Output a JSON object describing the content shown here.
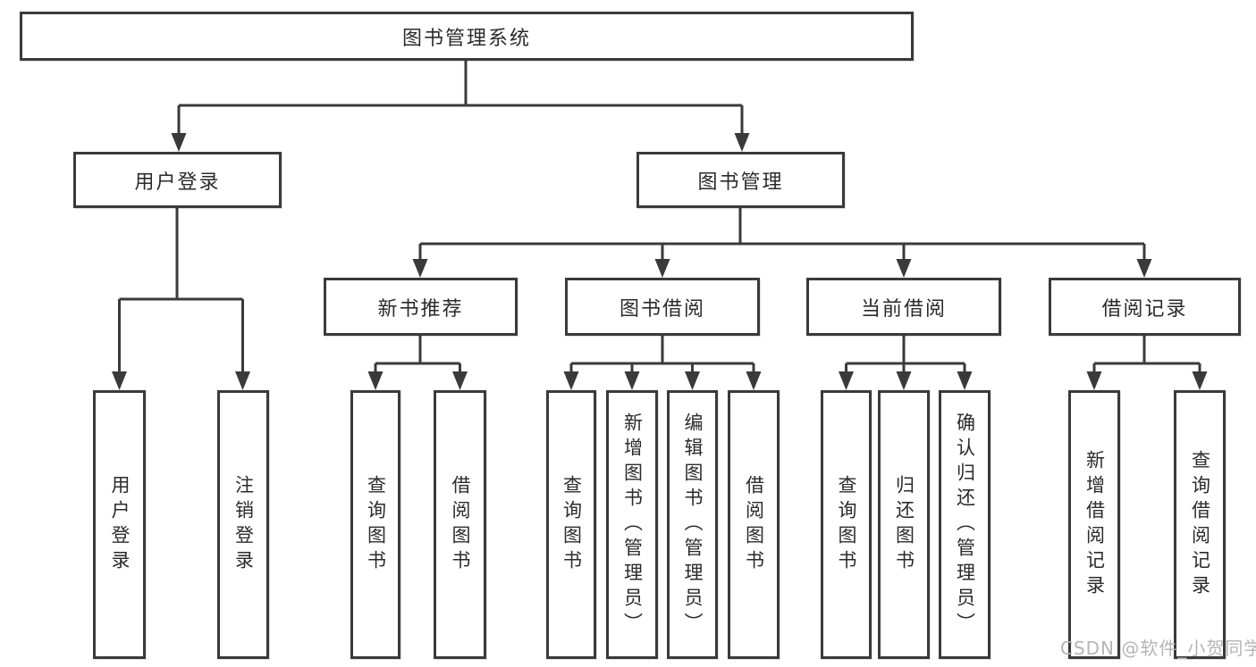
{
  "diagram": {
    "root": {
      "label": "图书管理系统"
    },
    "branches": [
      {
        "label": "用户登录",
        "children": [
          "用户登录",
          "注销登录"
        ]
      },
      {
        "label": "图书管理"
      }
    ],
    "modules": [
      {
        "label": "新书推荐",
        "children": [
          "查询图书",
          "借阅图书"
        ]
      },
      {
        "label": "图书借阅",
        "children": [
          "查询图书",
          "新增图书（管理员）",
          "编辑图书（管理员）",
          "借阅图书"
        ]
      },
      {
        "label": "当前借阅",
        "children": [
          "查询图书",
          "归还图书",
          "确认归还（管理员）"
        ]
      },
      {
        "label": "借阅记录",
        "children": [
          "新增借阅记录",
          "查询借阅记录"
        ]
      }
    ]
  },
  "watermark": "CSDN @软件_小贺同学",
  "colors": {
    "line": "#3a3a3a",
    "text": "#2b2b2b",
    "watermark": "#b5b5b5"
  }
}
